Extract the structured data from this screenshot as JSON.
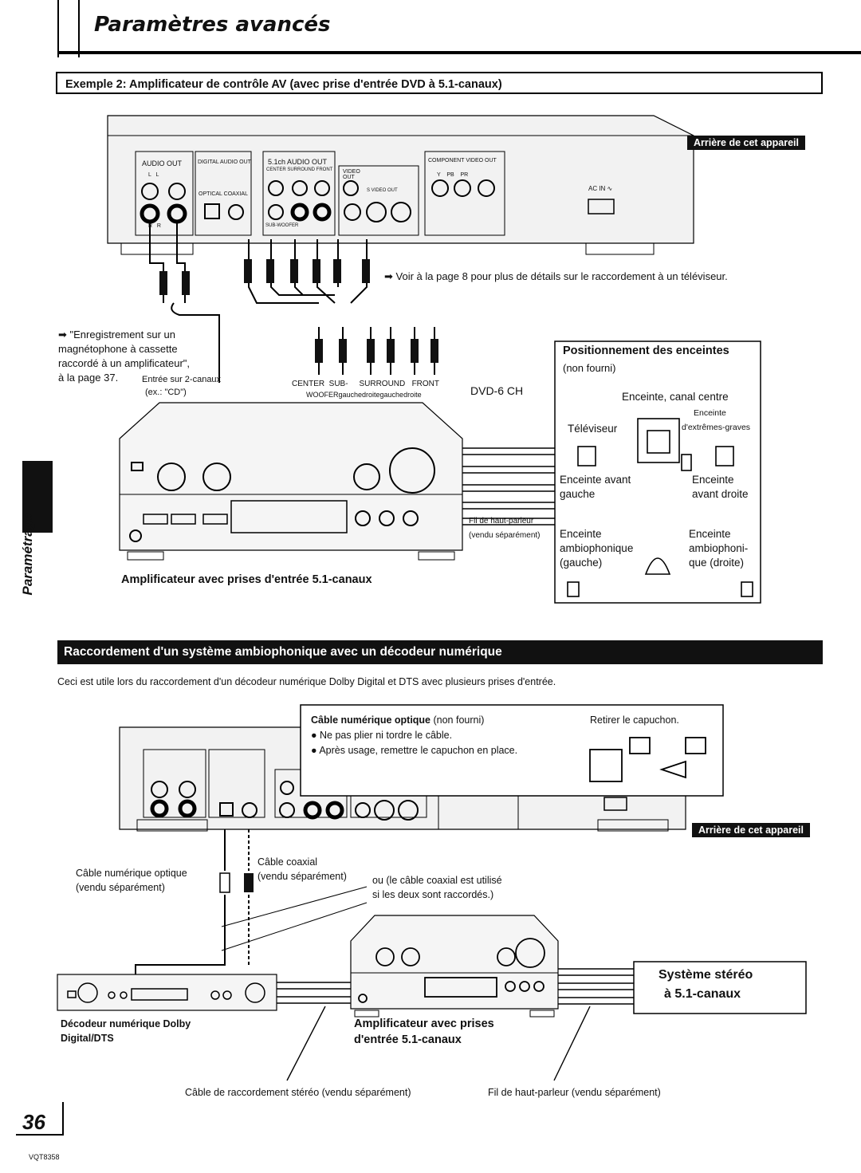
{
  "header": {
    "title": "Paramètres avancés"
  },
  "example": {
    "heading": "Exemple 2: Amplificateur de contrôle AV (avec prise d'entrée DVD à 5.1-canaux)",
    "rear_tag": "Arrière de cet appareil",
    "panel": {
      "audio_out": "AUDIO OUT",
      "digital_audio_out": "DIGITAL AUDIO OUT",
      "ch51_audio_out": "5.1ch AUDIO OUT",
      "ch51_cols": "CENTER  SURROUND  FRONT",
      "sub_woofer": "SUB-WOOFER",
      "optical_coaxial": "OPTICAL COAXIAL",
      "video_out": "VIDEO OUT",
      "svideo_out": "S VIDEO OUT",
      "component_video_out": "COMPONENT VIDEO OUT",
      "ypbpr": "Y    PB    PR",
      "ac_in": "AC IN ∿",
      "lr_top": "L   L",
      "lr_bottom": "R   R"
    },
    "note_tv": "➡ Voir à la page 8 pour plus de détails sur le raccordement à un téléviseur.",
    "note_rec_1": "➡ \"Enregistrement sur un",
    "note_rec_2": "magnétophone à cassette",
    "note_rec_3": "raccordé à un amplificateur\",",
    "note_rec_4": "à la page 37.",
    "entree_1": "Entrée sur 2-canaux",
    "entree_2": "(ex.: \"CD\")",
    "plug_labels_1": "CENTER  SUB-     SURROUND   FRONT",
    "plug_labels_2": "WOOFERgauchedroitegauchedroite",
    "dvd6ch": "DVD-6 CH",
    "amp_caption": "Amplificateur avec prises d'entrée 5.1-canaux",
    "fil_1": "Fil de haut-parleur",
    "fil_2": "(vendu séparément)",
    "positions": {
      "title": "Positionnement des enceintes",
      "subtitle": "(non fourni)",
      "center": "Enceinte, canal centre",
      "tv": "Téléviseur",
      "sub_1": "Enceinte",
      "sub_2": "d'extrêmes-graves",
      "front_l_1": "Enceinte avant",
      "front_l_2": "gauche",
      "front_r_1": "Enceinte",
      "front_r_2": "avant droite",
      "sur_l_1": "Enceinte",
      "sur_l_2": "ambiophonique",
      "sur_l_3": "(gauche)",
      "sur_r_1": "Enceinte",
      "sur_r_2": "ambiophoni-",
      "sur_r_3": "que (droite)"
    }
  },
  "sidebar": {
    "label": "Paramétrage"
  },
  "section2": {
    "heading": "Raccordement d'un système ambiophonique avec un décodeur numérique",
    "intro": "Ceci est utile lors du raccordement d'un décodeur numérique Dolby Digital et DTS avec plusieurs prises d'entrée.",
    "cable_box": {
      "title_bold": "Câble numérique optique",
      "title_normal": " (non fourni)",
      "bullet1": "● Ne pas plier ni tordre le câble.",
      "bullet2": "● Après usage, remettre le capuchon en place.",
      "retirer": "Retirer le capuchon."
    },
    "rear_tag": "Arrière de cet appareil",
    "opt_1": "Câble numérique optique",
    "opt_2": "(vendu séparément)",
    "coax_1": "Câble coaxial",
    "coax_2": "(vendu séparément)",
    "coax_3": "ou (le câble coaxial est utilisé",
    "coax_4": "si les deux sont raccordés.)",
    "system_1": "Système stéréo",
    "system_2": "à 5.1-canaux",
    "decoder_1": "Décodeur numérique Dolby",
    "decoder_2": "Digital/DTS",
    "amp_1": "Amplificateur avec prises",
    "amp_2": "d'entrée 5.1-canaux",
    "stereo_cable": "Câble de raccordement stéréo (vendu séparément)",
    "speaker_wire": "Fil de haut-parleur (vendu séparément)"
  },
  "footer": {
    "page": "36",
    "code": "VQT8358"
  }
}
